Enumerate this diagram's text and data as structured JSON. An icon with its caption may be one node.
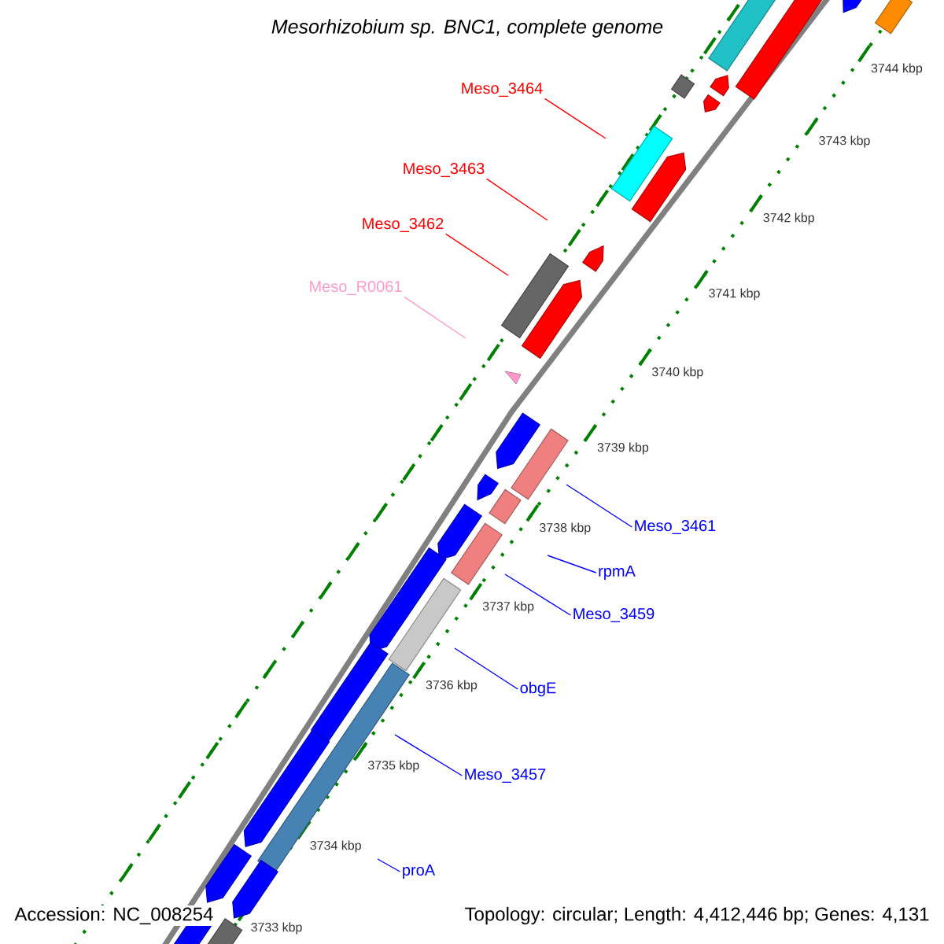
{
  "diagram": {
    "title": "Mesorhizobium sp. BNC1, complete genome",
    "nodes": [
      {
        "text": [
          "Meso_3464"
        ]
      },
      {
        "text": [
          "Meso_3463"
        ]
      },
      {
        "text": [
          "Meso_3462"
        ]
      },
      {
        "text": [
          "Meso_R0061"
        ]
      },
      {
        "text": [
          "Meso_3461"
        ]
      },
      {
        "text": [
          "rpmA"
        ]
      },
      {
        "text": [
          "Meso_3459"
        ]
      },
      {
        "text": [
          "obgE"
        ]
      },
      {
        "text": [
          "Meso_3457"
        ]
      },
      {
        "text": [
          "proA"
        ]
      }
    ],
    "edges": [
      {
        "from": 0,
        "to": null,
        "arrow": "none",
        "color": "#ff0000"
      },
      {
        "from": 1,
        "to": null,
        "arrow": "none",
        "color": "#ff0000"
      },
      {
        "from": 2,
        "to": null,
        "arrow": "none",
        "color": "#ff0000"
      },
      {
        "from": 3,
        "to": null,
        "arrow": "none",
        "color": "#ff99cc"
      },
      {
        "from": 4,
        "to": null,
        "arrow": "none"
      },
      {
        "from": 5,
        "to": null,
        "arrow": "none"
      },
      {
        "from": 6,
        "to": null,
        "arrow": "none"
      },
      {
        "from": 7,
        "to": null,
        "arrow": "none"
      },
      {
        "from": 8,
        "to": null,
        "arrow": "none"
      },
      {
        "from": 9,
        "to": null,
        "arrow": "none"
      }
    ],
    "labels": [
      "3744 kbp",
      "3743 kbp",
      "3742 kbp",
      "3741 kbp",
      "3740 kbp",
      "3739 kbp",
      "3738 kbp",
      "3737 kbp",
      "3736 kbp",
      "3735 kbp",
      "3734 kbp",
      "3733 kbp",
      "Accession: NC_008254",
      "Topology: circular; Length: 4,412,446 bp; Genes: 4,131"
    ]
  }
}
